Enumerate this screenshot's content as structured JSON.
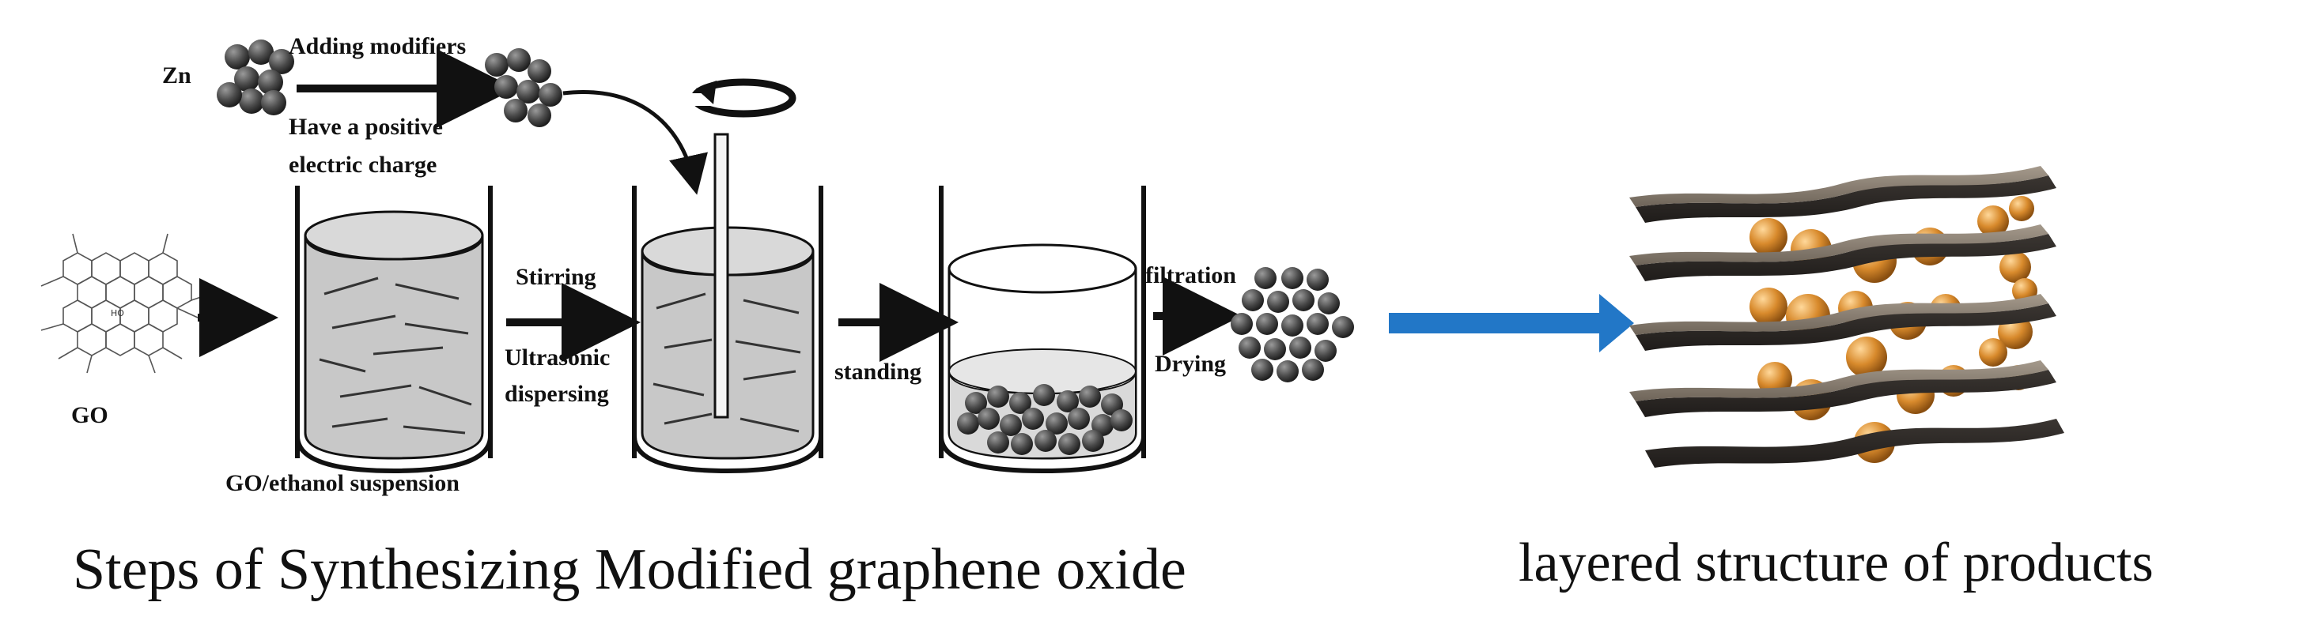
{
  "labels": {
    "zn": "Zn",
    "adding_modifiers": "Adding modifiers",
    "positive_charge_line1": "Have a positive",
    "positive_charge_line2": "electric charge",
    "stirring": "Stirring",
    "ultrasonic_line1": "Ultrasonic",
    "ultrasonic_line2": "dispersing",
    "standing": "standing",
    "filtration": "filtration",
    "drying": "Drying",
    "go": "GO",
    "go_suspension": "GO/ethanol suspension",
    "go_group_label": "HO"
  },
  "captions": {
    "left": "Steps of Synthesizing Modified graphene oxide",
    "right": "layered structure of products"
  },
  "colors": {
    "arrow_blue": "#2277C7",
    "particle_dark": "#4a4a4a",
    "liquid_gray": "#c8c8c8",
    "sheet_brown": "#6e6459",
    "sphere_orange": "#d88a2c"
  }
}
